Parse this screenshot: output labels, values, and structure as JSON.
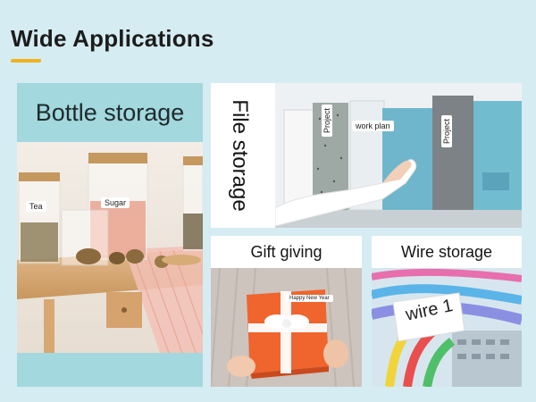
{
  "header": {
    "title": "Wide Applications"
  },
  "cards": {
    "bottle": {
      "title": "Bottle storage",
      "labels": [
        "Tea",
        "Sugar"
      ]
    },
    "file": {
      "title": "File storage",
      "labels": [
        "Project",
        "work plan",
        "Project"
      ]
    },
    "gift": {
      "title": "Gift giving",
      "tag": "Happy New Year"
    },
    "wire": {
      "title": "Wire storage",
      "tag": "wire 1"
    }
  },
  "colors": {
    "background": "#d5ecf2",
    "accent_underline": "#f2b21b",
    "bottle_banner": "#a2d8de"
  }
}
